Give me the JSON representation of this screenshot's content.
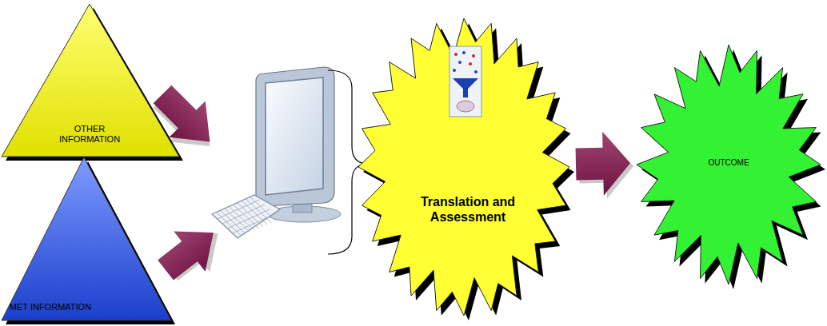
{
  "diagram": {
    "nodes": [
      {
        "text": [
          "OTHER INFORMATION"
        ]
      },
      {
        "text": [
          "MET INFORMATION"
        ]
      },
      {
        "text": [
          "Translation and Assessment"
        ]
      },
      {
        "text": [
          "OUTCOME"
        ]
      }
    ],
    "edges": [
      {
        "from": 2,
        "to": 3,
        "arrow": "to"
      }
    ]
  }
}
